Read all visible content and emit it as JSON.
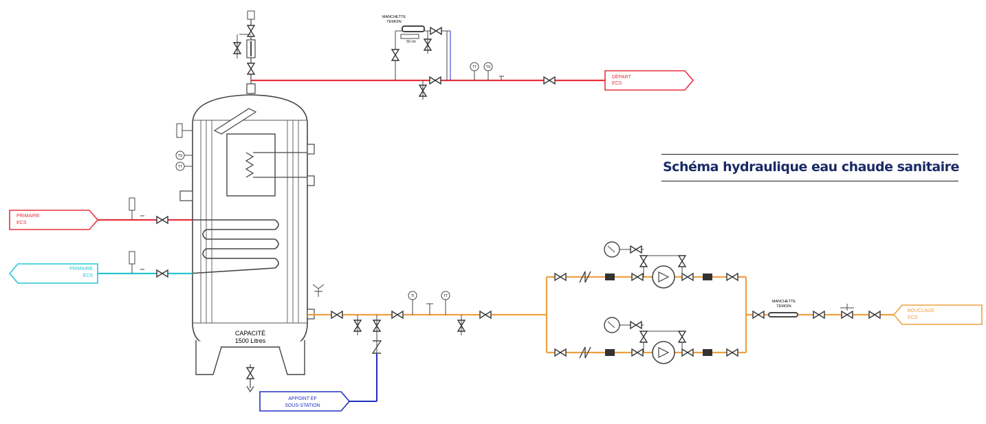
{
  "title": "Schéma hydraulique eau chaude sanitaire",
  "tank": {
    "line1": "CAPACITÉ",
    "line2": "1500 Litres"
  },
  "arrows": {
    "depart": {
      "line1": "DÉPART",
      "line2": "ECS"
    },
    "primaire_in": {
      "line1": "PRIMAIRE",
      "line2": "ECS"
    },
    "primaire_out": {
      "line1": "PRIMAIRE",
      "line2": "ECS"
    },
    "bouclage": {
      "line1": "BOUCLAGE",
      "line2": "ECS"
    },
    "appoint": {
      "line1": "APPOINT EF",
      "line2": "SOUS-STATION"
    }
  },
  "labels": {
    "manchette_top": {
      "line1": "MANCHETTE",
      "line2": "TEMOIN"
    },
    "manchette_right": {
      "line1": "MANCHETTE",
      "line2": "TEMOIN"
    },
    "fifty_cm": "50 cm",
    "tt": "TT",
    "ts": "TS",
    "ti": "TI",
    "tt_low": "TT"
  },
  "colors": {
    "hot": "#e8303c",
    "cold_return": "#26c6d6",
    "loop": "#f0a040",
    "cold_water": "#2030c0",
    "equipment": "#404040"
  }
}
